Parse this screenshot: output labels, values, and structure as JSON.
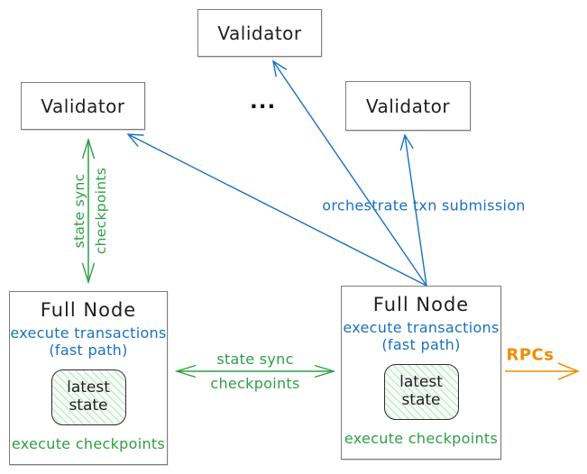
{
  "colors": {
    "blue": "#1971c2",
    "green": "#2f9e44",
    "orange": "#f08c00",
    "border": "#7d7d7d",
    "ink": "#1e1e1e"
  },
  "validators": {
    "top": "Validator",
    "left": "Validator",
    "right": "Validator"
  },
  "dots": "...",
  "full_node_left": {
    "title": "Full Node",
    "exec_line1": "execute transactions",
    "exec_line2": "(fast path)",
    "state_line1": "latest",
    "state_line2": "state",
    "checkpoints": "execute checkpoints"
  },
  "full_node_right": {
    "title": "Full Node",
    "exec_line1": "execute transactions",
    "exec_line2": "(fast path)",
    "state_line1": "latest",
    "state_line2": "state",
    "checkpoints": "execute checkpoints"
  },
  "labels": {
    "vertical_sync": {
      "line1": "state sync",
      "line2": "checkpoints"
    },
    "horizontal_sync": {
      "line1": "state sync",
      "line2": "checkpoints"
    },
    "orchestrate": "orchestrate txn submission",
    "rpcs": "RPCs"
  }
}
